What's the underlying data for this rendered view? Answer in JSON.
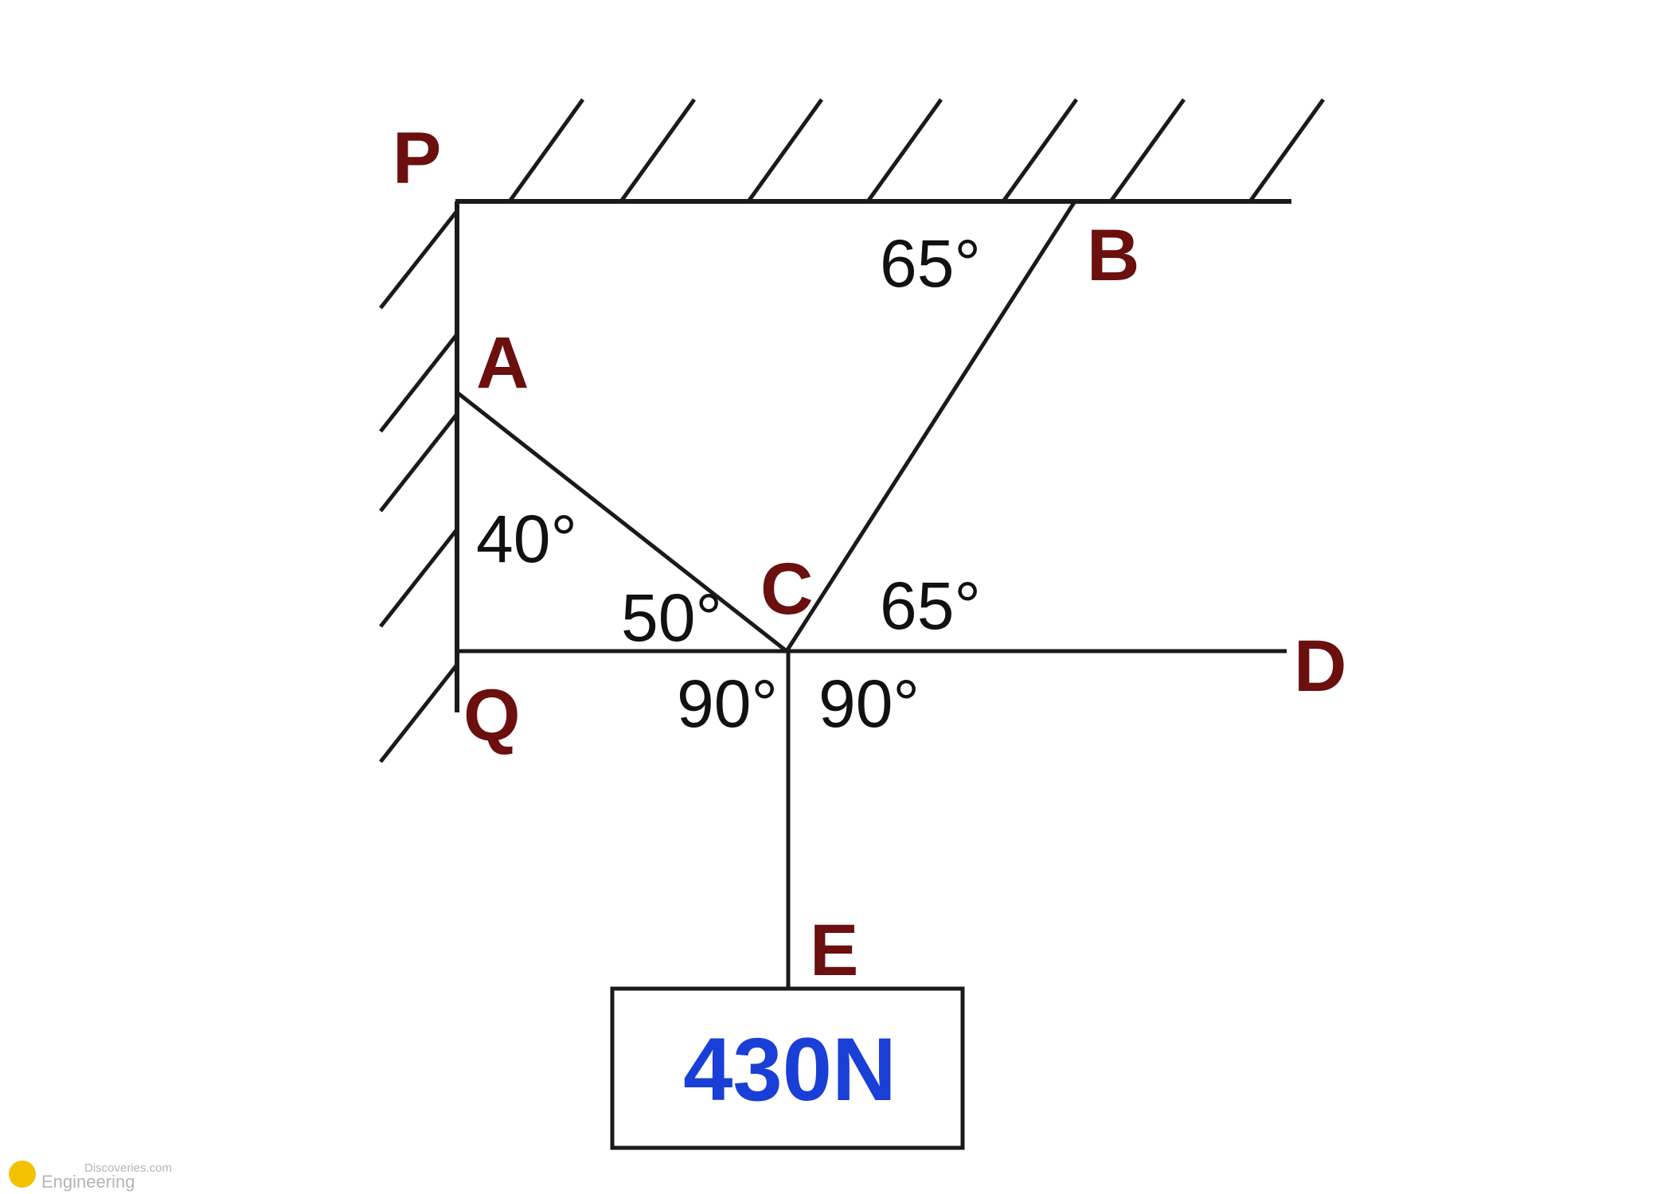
{
  "colors": {
    "point_label": "#6b0f0f",
    "angle_label": "#111111",
    "line": "#1a1a1a",
    "load_text": "#1a3fd6",
    "watermark": "#b5b5b5",
    "watermark_logo": "#f2c200"
  },
  "points": {
    "p": "P",
    "a": "A",
    "b": "B",
    "c": "C",
    "d": "D",
    "e": "E",
    "q": "Q"
  },
  "angles": {
    "at_b": "65°",
    "at_a": "40°",
    "at_c_ac": "50°",
    "at_c_cd": "65°",
    "at_c_left": "90°",
    "at_c_right": "90°"
  },
  "load": {
    "label": "430N"
  },
  "watermark": {
    "line1": "Discoveries.com",
    "line2": "Engineering"
  }
}
